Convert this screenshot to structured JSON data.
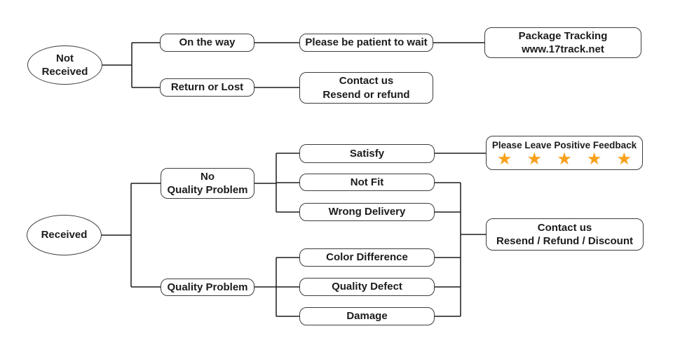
{
  "diagram": {
    "type": "flowchart",
    "colors": {
      "background": "#ffffff",
      "line": "#1c1c1c",
      "box_border": "#3c3c3c",
      "text": "#1c1c1c",
      "star": "#F7A11C"
    },
    "nodes": {
      "not_received": "Not\nReceived",
      "on_the_way": "On the way",
      "please_be_patient": "Please be patient to wait",
      "package_tracking": "Package Tracking\nwww.17track.net",
      "return_or_lost": "Return or Lost",
      "contact_resend_refund": "Contact us\nResend or refund",
      "received": "Received",
      "no_quality_problem": "No\nQuality Problem",
      "quality_problem": "Quality Problem",
      "satisfy": "Satisfy",
      "not_fit": "Not Fit",
      "wrong_delivery": "Wrong Delivery",
      "color_difference": "Color Difference",
      "quality_defect": "Quality Defect",
      "damage": "Damage",
      "feedback_title": "Please Leave Positive Feedback",
      "feedback_stars": "★ ★ ★ ★ ★",
      "star_count": 5,
      "contact_discount": "Contact us\nResend / Refund / Discount"
    }
  }
}
